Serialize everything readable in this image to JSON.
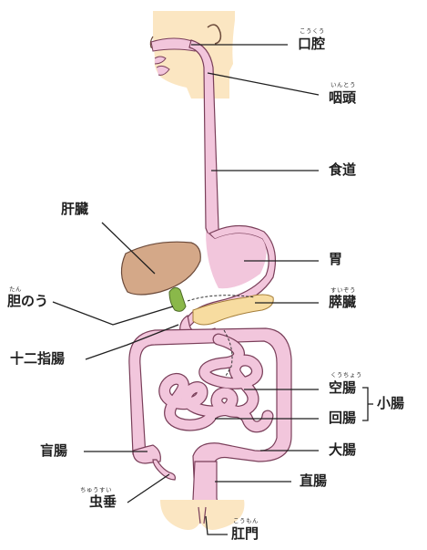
{
  "labels": {
    "mouth": {
      "text": "口腔",
      "ruby": "こうくう"
    },
    "pharynx": {
      "text": "咽頭",
      "ruby": "いんとう"
    },
    "esophagus": {
      "text": "食道",
      "ruby": ""
    },
    "liver": {
      "text": "肝臓",
      "ruby": ""
    },
    "stomach": {
      "text": "胃",
      "ruby": ""
    },
    "gallbladder": {
      "text": "胆のう",
      "ruby": "たん"
    },
    "pancreas": {
      "text": "膵臓",
      "ruby": "すいぞう"
    },
    "duodenum": {
      "text": "十二指腸",
      "ruby": ""
    },
    "jejunum": {
      "text": "空腸",
      "ruby": "くうちょう"
    },
    "ileum": {
      "text": "回腸",
      "ruby": ""
    },
    "small_intestine": {
      "text": "小腸",
      "ruby": ""
    },
    "cecum": {
      "text": "盲腸",
      "ruby": ""
    },
    "large_intestine": {
      "text": "大腸",
      "ruby": ""
    },
    "rectum": {
      "text": "直腸",
      "ruby": ""
    },
    "appendix": {
      "text": "虫垂",
      "ruby": "ちゅうすい"
    },
    "anus": {
      "text": "肛門",
      "ruby": "こうもん"
    }
  },
  "colors": {
    "digestive_tract": "#f2c6dc",
    "tract_outline": "#7a3f5a",
    "liver": "#d4a888",
    "gallbladder": "#8ab84a",
    "pancreas": "#f7dca0",
    "skin": "#fbe6c2",
    "leader_line": "#1f1f1f"
  }
}
